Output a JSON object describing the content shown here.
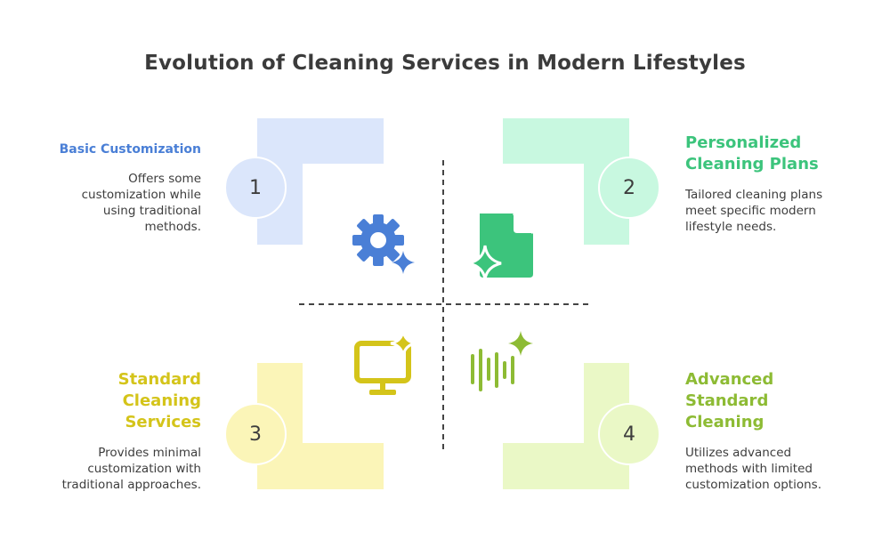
{
  "title": "Evolution of Cleaning Services in Modern Lifestyles",
  "quadrants": [
    {
      "number": "1",
      "heading": "Basic Customization",
      "description_lines": [
        "Offers some",
        "customization while",
        "using traditional",
        "methods."
      ],
      "color": "#4a7fd6",
      "fill": "#dbe6fb",
      "icon": "gear-sparkle-icon"
    },
    {
      "number": "2",
      "heading_lines": [
        "Personalized",
        "Cleaning Plans"
      ],
      "description_lines": [
        "Tailored cleaning plans",
        "meet specific modern",
        "lifestyle needs."
      ],
      "color": "#3cc47c",
      "fill": "#c8f8e0",
      "icon": "document-sparkle-icon"
    },
    {
      "number": "3",
      "heading_lines": [
        "Standard",
        "Cleaning",
        "Services"
      ],
      "description_lines": [
        "Provides minimal",
        "customization with",
        "traditional approaches."
      ],
      "color": "#d4c41a",
      "fill": "#fbf5b8",
      "icon": "monitor-sparkle-icon"
    },
    {
      "number": "4",
      "heading_lines": [
        "Advanced",
        "Standard",
        "Cleaning"
      ],
      "description_lines": [
        "Utilizes advanced",
        "methods with limited",
        "customization options."
      ],
      "color": "#8dbb34",
      "fill": "#eaf8c6",
      "icon": "soundwave-sparkle-icon"
    }
  ]
}
